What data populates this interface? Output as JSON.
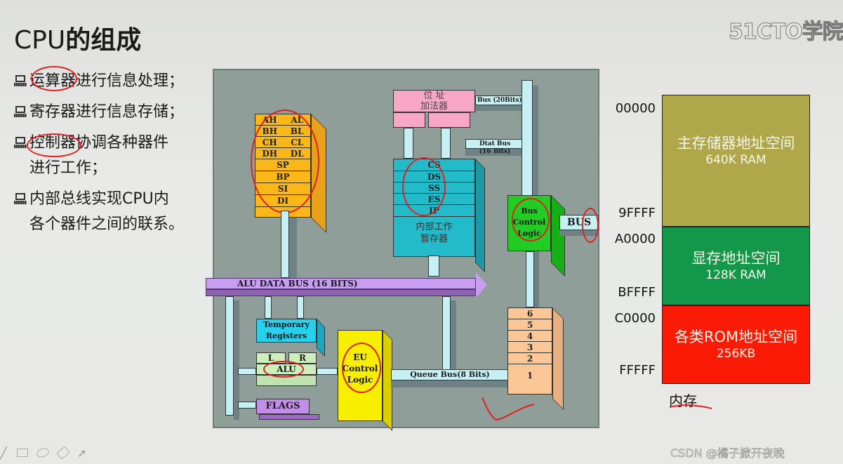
{
  "slide": {
    "title_latin": "CPU",
    "title_cjk": "的组成",
    "watermark": "51CTO学院",
    "bullets": [
      {
        "icon": "laptop-icon",
        "lines": [
          "运算器进行信息处理；"
        ]
      },
      {
        "icon": "laptop-icon",
        "lines": [
          "寄存器进行信息存储；"
        ]
      },
      {
        "icon": "laptop-icon",
        "lines": [
          "控制器协调各种器件",
          "进行工作；"
        ]
      },
      {
        "icon": "laptop-icon",
        "lines": [
          "内部总线实现CPU内",
          "各个器件之间的联系。"
        ]
      }
    ]
  },
  "diagram": {
    "general_registers": [
      [
        "AH",
        "AL"
      ],
      [
        "BH",
        "BL"
      ],
      [
        "CH",
        "CL"
      ],
      [
        "DH",
        "DL"
      ],
      [
        "SP"
      ],
      [
        "BP"
      ],
      [
        "SI"
      ],
      [
        "DI"
      ]
    ],
    "address_adder": [
      "位  址",
      "加法器"
    ],
    "bus_20": "Bus (20Bits)",
    "data_bus": [
      "Dtat Bus",
      "(16 Bits)"
    ],
    "segment_registers": [
      "CS",
      "DS",
      "SS",
      "ES",
      "IP"
    ],
    "internal_temp": [
      "内部工作",
      "暂存器"
    ],
    "bus_control": [
      "Bus",
      "Control",
      "Logic"
    ],
    "bus_label": "BUS",
    "alu_data_bus": "ALU DATA BUS (16 BITS)",
    "temp_registers": [
      "Temporary",
      "Registers"
    ],
    "alu_l": "L",
    "alu_r": "R",
    "alu": "ALU",
    "flags": "FLAGS",
    "eu_control": [
      "EU",
      "Control",
      "Logic"
    ],
    "queue_bus": "Queue  Bus(8 Bits)",
    "queue": [
      "6",
      "5",
      "4",
      "3",
      "2",
      "1"
    ]
  },
  "memory_map": {
    "addresses": [
      "00000",
      "9FFFF",
      "A0000",
      "BFFFF",
      "C0000",
      "FFFFF"
    ],
    "regions": [
      {
        "title": "主存储器地址空间",
        "size": "640K RAM",
        "color": "#b0a74b"
      },
      {
        "title": "显存地址空间",
        "size": "128K RAM",
        "color": "#13974b"
      },
      {
        "title": "各类ROM地址空间",
        "size": "256KB",
        "color": "#fa1a05"
      }
    ],
    "label": "内存"
  },
  "footer": {
    "tools": [
      "pen-icon",
      "screen-icon",
      "highlighter-icon",
      "eraser-icon",
      "pointer-icon"
    ],
    "credit": "CSDN @橘子掀开夜晚"
  }
}
